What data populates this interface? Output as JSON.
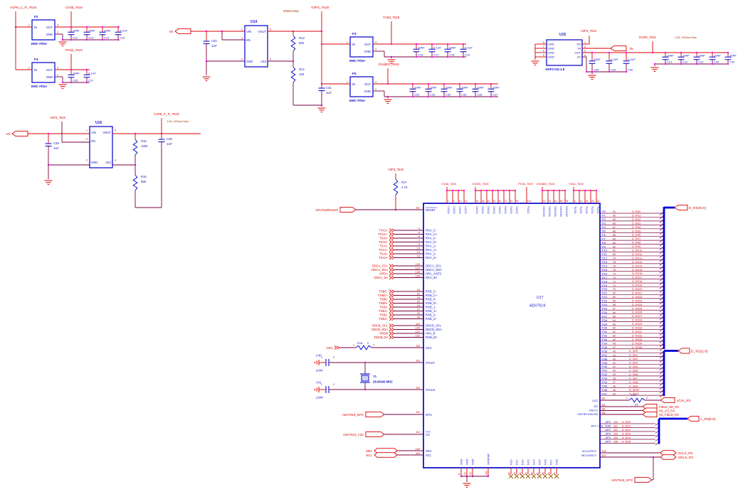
{
  "colors": {
    "red": "#d80000",
    "dark": "#7a0040",
    "blue": "#1212c8",
    "net": "#e00000",
    "pin": "#c40000",
    "junction": "#ff00ff",
    "note": "#a03800",
    "bus": "#0000dc",
    "nc": "#a05a00"
  },
  "labels": {
    "in": "IN",
    "out": "OUT",
    "gnd": "GND",
    "v5": "V5",
    "emc_caption": "EMC Filter"
  },
  "top_left": {
    "rail_net": "V1P8_C_P_7619",
    "f2": {
      "ref": "F2",
      "pin_in": "1",
      "pin_out": "3",
      "pin_gnd": "2",
      "out_net": "CVdd_7619",
      "caps": [
        [
          "C12",
          "10NF"
        ],
        [
          "C13",
          "10NF"
        ],
        [
          "C14",
          "10NF"
        ],
        [
          "C15",
          "0.1UF"
        ]
      ]
    },
    "f4": {
      "ref": "F4",
      "pin_in": "1",
      "pin_out": "3",
      "pin_gnd": "2",
      "out_net": "PVdd_7619",
      "caps": [
        [
          "C26",
          "10NF"
        ],
        [
          "C27",
          "0.1UF"
        ]
      ]
    }
  },
  "u14": {
    "ref": "U14",
    "in_net": "V5",
    "note": "300ma Max",
    "out_net": "V3P3_7619",
    "pins": {
      "vin": [
        "1",
        "VIN"
      ],
      "en": [
        "3",
        "EN"
      ],
      "gnd": [
        "2",
        "GND"
      ],
      "vout": [
        "5",
        "VOUT"
      ],
      "adj": [
        "4",
        "ADJ"
      ]
    },
    "c_in": [
      "C20",
      "1UF"
    ],
    "r_top": [
      "R13",
      "56K"
    ],
    "r_bot": [
      "R14",
      "10K"
    ],
    "c_out": [
      "C31",
      "1UF"
    ],
    "f3": {
      "ref": "F3",
      "pin_in": "1",
      "pin_out": "3",
      "pin_gnd": "2",
      "out_net": "TVdd_7619",
      "caps": [
        [
          "C16",
          "10NF"
        ],
        [
          "C17",
          "0.1UF"
        ],
        [
          "C18",
          "10NF"
        ],
        [
          "C19",
          "0.1UF"
        ]
      ]
    },
    "f5": {
      "ref": "F5",
      "pin_in": "1",
      "pin_out": "3",
      "pin_gnd": "2",
      "out_net": "DVddIO_7619",
      "caps": [
        [
          "C32",
          "10NF"
        ],
        [
          "C33",
          "10NF"
        ],
        [
          "C34",
          "10NF"
        ],
        [
          "C35",
          "10NF"
        ],
        [
          "C36",
          "10NF"
        ],
        [
          "C37",
          "10NF"
        ]
      ]
    }
  },
  "u15": {
    "ref": "U15",
    "part": "ADP1715-1.8",
    "en_net": "V3P3_7619",
    "in_net": "V5",
    "out_net": "DVDD_7619",
    "note": "1.8V, 300ma Max",
    "left_pins": [
      [
        "8",
        "GND"
      ],
      [
        "7",
        "GND"
      ],
      [
        "6",
        "GND"
      ],
      [
        "5",
        "GND"
      ]
    ],
    "right_pins": [
      [
        "1",
        "EN"
      ],
      [
        "2",
        "IN"
      ],
      [
        "3",
        "OUT"
      ],
      [
        "4",
        "SS"
      ]
    ],
    "caps": [
      [
        "C28",
        "10NF"
      ],
      [
        "C29",
        "2.2UF"
      ],
      [
        "C30",
        "2.2UF"
      ]
    ],
    "bank": [
      [
        "C21",
        "10NF"
      ],
      [
        "C22",
        "10NF"
      ],
      [
        "C23",
        "10NF"
      ],
      [
        "C24",
        "10NF"
      ],
      [
        "C25",
        "10NF"
      ]
    ]
  },
  "u16": {
    "ref": "U16",
    "in_net": "V5",
    "en_net": "V3P3_7619",
    "out_net": "V1P8_C_P_7619",
    "note": "1.8V, 300ma Max",
    "pins": {
      "vin": [
        "1",
        "VIN"
      ],
      "en": [
        "3",
        "EN"
      ],
      "gnd": [
        "2",
        "GND"
      ],
      "vout": [
        "5",
        "VOUT"
      ],
      "adj": [
        "4",
        "ADJ"
      ]
    },
    "c_in": [
      "C39",
      "1UF"
    ],
    "r_top": [
      "R15",
      "130K"
    ],
    "r_bot": [
      "R16",
      "56K"
    ],
    "c_out": [
      "C38",
      "1UF"
    ]
  },
  "u17": {
    "ref": "U17",
    "part": "ADV7619",
    "reset": {
      "signal": "ADV7619Reset#",
      "net": "V3P3_7619",
      "res_ref": "R17",
      "res_val": "4.7K",
      "pin": "112",
      "name": "RESET"
    },
    "power_groups": [
      {
        "net": "CVdd_7619",
        "label": "CVDD",
        "pins": [
          "2",
          "5",
          "10",
          "14"
        ]
      },
      {
        "net": "DVDD_7619",
        "label": "DVDD",
        "pins": [
          "18",
          "28",
          "42",
          "52",
          "67",
          "77",
          "87",
          "99"
        ]
      },
      {
        "net": "PVdd_7619",
        "label": "PVDD",
        "pins": [
          "114"
        ]
      },
      {
        "net": "DVddIO_7619",
        "label": "DVDDIO",
        "pins": [
          "22",
          "31",
          "45",
          "80",
          "95"
        ]
      },
      {
        "net": "TVdd_7619",
        "label": "TVDD",
        "pins": [
          "6",
          "11",
          "25",
          "28",
          "32"
        ]
      }
    ],
    "hdmi_a": [
      [
        "TXAC-",
        "3",
        "RXA_C-"
      ],
      [
        "TXAC+",
        "4",
        "RXA_C+"
      ],
      [
        "TXA0-",
        "6",
        "RXA_0-"
      ],
      [
        "TXA0+",
        "7",
        "RXA_0+"
      ],
      [
        "TXA1-",
        "9",
        "RXA_1-"
      ],
      [
        "TXA1+",
        "10",
        "RXA_1+"
      ],
      [
        "TXA2-",
        "12",
        "RXA_2-"
      ],
      [
        "TXA2+",
        "13",
        "RXA_2+"
      ]
    ],
    "ddc_a": [
      [
        "DDCA_SCL",
        "123",
        "DDCA_SCL"
      ],
      [
        "DDCA_SDA",
        "124",
        "DDCA_SDA"
      ],
      [
        "HPDA",
        "125",
        "HPA_AINT2"
      ],
      [
        "DDCA_5V",
        "126",
        "RXA_5V"
      ]
    ],
    "hdmi_b": [
      [
        "TXBC-",
        "20",
        "RXB_C-"
      ],
      [
        "TXBC+",
        "21",
        "RXB_C+"
      ],
      [
        "TXB0-",
        "23",
        "RXB_0-"
      ],
      [
        "TXB0+",
        "24",
        "RXB_0+"
      ],
      [
        "TXB1-",
        "26",
        "RXB_1-"
      ],
      [
        "TXB1+",
        "27",
        "RXB_1+"
      ],
      [
        "TXB2-",
        "29",
        "RXB_2-"
      ],
      [
        "TXB2+",
        "30",
        "RXB_2+"
      ]
    ],
    "ddc_b": [
      [
        "DDCB_SCL",
        "119",
        "DDCB_SCL"
      ],
      [
        "DDCB_SDA",
        "120",
        "DDCB_SDA"
      ],
      [
        "HPDB",
        "121",
        "HPA_B"
      ],
      [
        "DDCB_5V",
        "122",
        "RXB_5V"
      ]
    ],
    "cec": {
      "signal": "CEC",
      "res_ref": "R18",
      "res_val": "0",
      "pin": "118",
      "name": "CEC",
      "p1": "1",
      "p2": "2"
    },
    "xtal": {
      "p_pin": "115",
      "p_name": "XTALP",
      "n_pin": "116",
      "n_name": "XTALN",
      "c_top": [
        "C40",
        "27PF"
      ],
      "c_bot": [
        "C41",
        "27PF"
      ],
      "y_ref": "Y1",
      "y_val": "28.63636 MHZ",
      "p1": "1",
      "p2": "2"
    },
    "int1": {
      "signal": "ADV7619_INT1",
      "pin": "111",
      "name": "INT1"
    },
    "cs": {
      "signal": "ADV7619_CSn",
      "pin": "113",
      "name": "CS"
    },
    "i2c": [
      [
        "SDA",
        "109",
        "SDA"
      ],
      [
        "SCL",
        "110",
        "SCL"
      ]
    ],
    "bottom": {
      "gnd_label": "GND",
      "gnd_pins": [
        "8",
        "19",
        "33"
      ],
      "pad_label": "GNDPAD",
      "pad_pin": "129",
      "nc": [
        [
          "NC0",
          "15"
        ],
        [
          "NC1",
          "16"
        ],
        [
          "NC2",
          "34"
        ],
        [
          "NC3",
          "39"
        ],
        [
          "NC4",
          "54"
        ],
        [
          "NC5",
          "61"
        ],
        [
          "NC6",
          "66"
        ],
        [
          "NC7",
          "76"
        ],
        [
          "NC8",
          "97"
        ]
      ]
    },
    "pixel_bus": {
      "label": "D_RX[35:0]",
      "rows": [
        [
          "P0",
          "91",
          "D_RX0"
        ],
        [
          "P1",
          "90",
          "D_RX1"
        ],
        [
          "P2",
          "89",
          "D_RX2"
        ],
        [
          "P3",
          "88",
          "D_RX3"
        ],
        [
          "P4",
          "87",
          "D_RX4"
        ],
        [
          "P5",
          "86",
          "D_RX5"
        ],
        [
          "P6",
          "85",
          "D_RX6"
        ],
        [
          "P7",
          "84",
          "D_RX7"
        ],
        [
          "P8",
          "83",
          "D_RX8"
        ],
        [
          "P9",
          "82",
          "D_RX9"
        ],
        [
          "P10",
          "81",
          "D_RX10"
        ],
        [
          "P11",
          "80",
          "D_RX11"
        ],
        [
          "P12",
          "79",
          "D_RX12"
        ],
        [
          "P13",
          "78",
          "D_RX13"
        ],
        [
          "P14",
          "76",
          "D_RX14"
        ],
        [
          "P15",
          "75",
          "D_RX15"
        ],
        [
          "P16",
          "74",
          "D_RX16"
        ],
        [
          "P17",
          "73",
          "D_RX17"
        ],
        [
          "P18",
          "72",
          "D_RX18"
        ],
        [
          "P19",
          "71",
          "D_RX19"
        ],
        [
          "P20",
          "70",
          "D_RX20"
        ],
        [
          "P21",
          "69",
          "D_RX21"
        ],
        [
          "P22",
          "60",
          "D_RX22"
        ],
        [
          "P23",
          "59",
          "D_RX23"
        ],
        [
          "P24",
          "58",
          "D_RX24"
        ],
        [
          "P25",
          "57",
          "D_RX25"
        ],
        [
          "P26",
          "56",
          "D_RX26"
        ],
        [
          "P27",
          "55",
          "D_RX27"
        ],
        [
          "P28",
          "54",
          "D_RX28"
        ],
        [
          "P29",
          "53",
          "D_RX29"
        ],
        [
          "P30",
          "52",
          "D_RX30"
        ],
        [
          "P31",
          "51",
          "D_RX31"
        ],
        [
          "P32",
          "50",
          "D_RX32"
        ],
        [
          "P33",
          "49",
          "D_RX33"
        ],
        [
          "P34",
          "48",
          "D_RX34"
        ],
        [
          "P35",
          "47",
          "D_RX35"
        ]
      ]
    },
    "bus_3g": {
      "label": "D_3G[11:0]",
      "rows": [
        [
          "P36",
          "45",
          "D_3G0"
        ],
        [
          "P37",
          "44",
          "D_3G1"
        ],
        [
          "P38",
          "43",
          "D_3G2"
        ],
        [
          "P39",
          "42",
          "D_3G3"
        ],
        [
          "P40",
          "41",
          "D_3G4"
        ],
        [
          "P41",
          "40",
          "D_3G5"
        ],
        [
          "P42",
          "39",
          "D_3G6"
        ],
        [
          "P43",
          "38",
          "D_3G7"
        ],
        [
          "P44",
          "37",
          "D_3G8"
        ],
        [
          "P45",
          "36",
          "D_3G9"
        ],
        [
          "P46",
          "35",
          "D_3G10"
        ],
        [
          "P47",
          "34",
          "D_3G11"
        ]
      ]
    },
    "llc": {
      "name": "LLC",
      "pin": "62",
      "res_ref": "R19",
      "res_val": "24",
      "net": "vCLK_RX",
      "p1": "1",
      "p2": "2"
    },
    "sync": [
      [
        "DE",
        "63",
        "FIELD_DE_RX"
      ],
      [
        "HS/CS",
        "64",
        "HS_CS_RX"
      ],
      [
        "VS/FIELD/ALSB",
        "65",
        "VS_FIELD_RX"
      ]
    ],
    "audio": {
      "label": "A_RX[5:0]",
      "rows": [
        [
          "AP0",
          "100",
          "A_RX0"
        ],
        [
          "AP1 / I2S_TDM",
          "101",
          "A_RX1"
        ],
        [
          "AP2",
          "102",
          "A_RX2"
        ],
        [
          "AP3",
          "103",
          "A_RX3"
        ],
        [
          "AP4",
          "104",
          "A_RX4"
        ],
        [
          "AP5",
          "106",
          "A_RX5"
        ]
      ]
    },
    "aclk": [
      [
        "SCLK/INT2",
        "105",
        "SCLK_RX"
      ],
      [
        "MCLK/INT2",
        "107",
        "MCLK_RX"
      ]
    ],
    "int2": "ADV7619_INT2"
  }
}
